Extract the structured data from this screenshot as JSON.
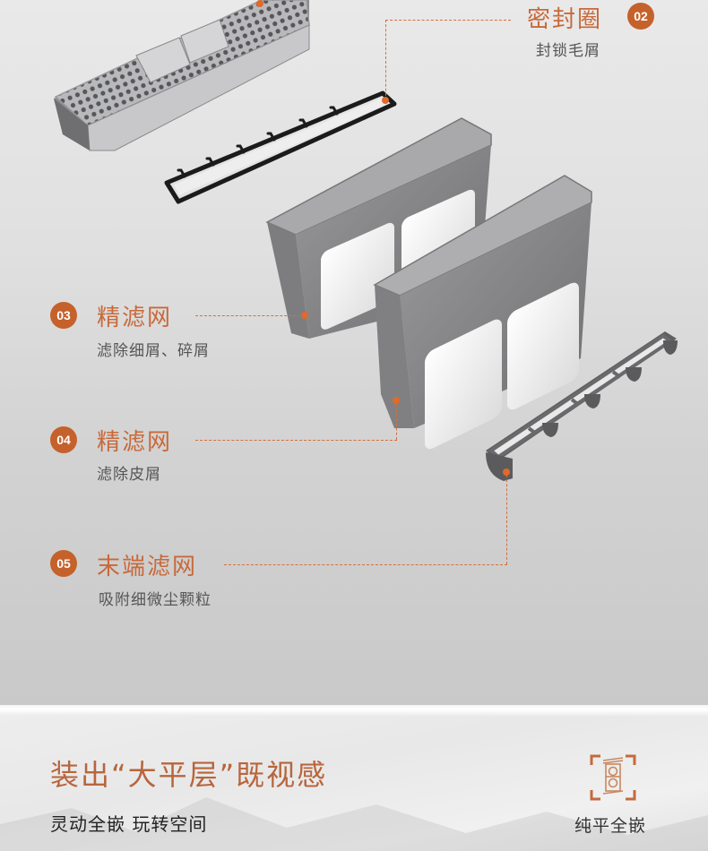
{
  "callouts": [
    {
      "number": "02",
      "title": "密封圈",
      "subtitle": "封锁毛屑"
    },
    {
      "number": "03",
      "title": "精滤网",
      "subtitle": "滤除细屑、碎屑"
    },
    {
      "number": "04",
      "title": "精滤网",
      "subtitle": "滤除皮屑"
    },
    {
      "number": "05",
      "title": "末端滤网",
      "subtitle": "吸附细微尘颗粒"
    }
  ],
  "footer": {
    "headline": "装出“大平层”既视感",
    "tagline": "灵动全嵌 玩转空间",
    "feature": {
      "icon": "flush-built-in-icon",
      "label": "纯平全嵌"
    }
  },
  "colors": {
    "accent": "#c5612b",
    "title_text": "#c8693a",
    "subtitle_text": "#555555",
    "leader_line": "#d2703e"
  }
}
